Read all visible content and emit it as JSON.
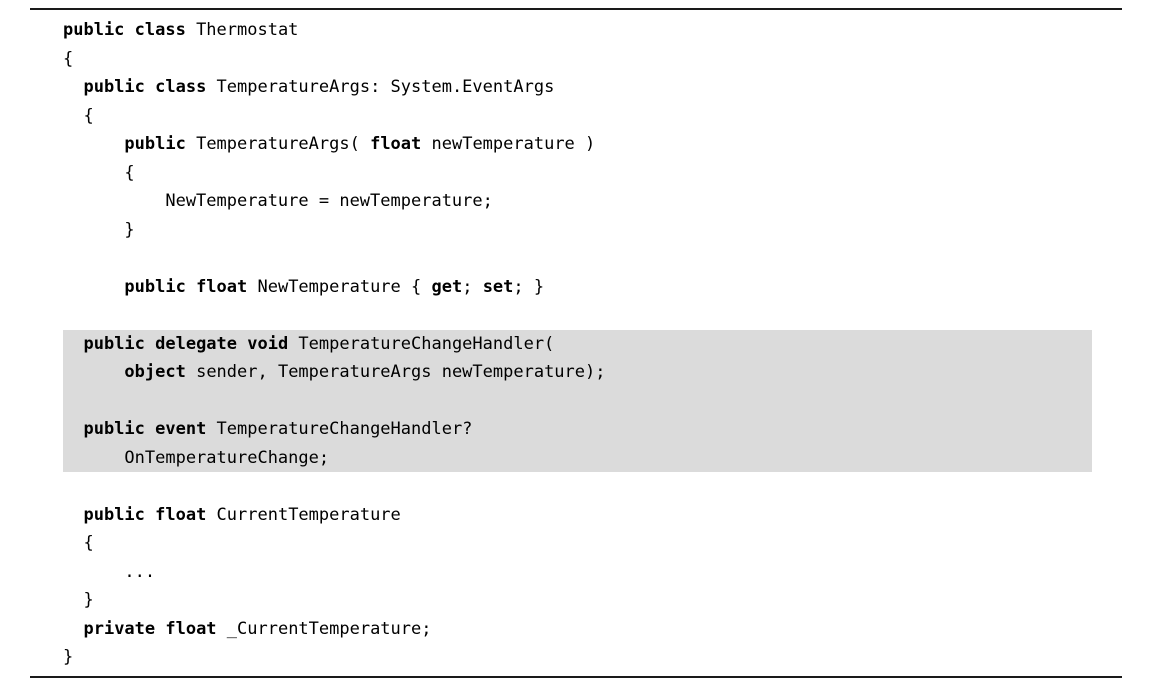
{
  "page": {
    "background": "#ffffff",
    "text_color": "#000000",
    "rule_color": "#1a1a1a",
    "highlight_color": "#dbdbdb"
  },
  "code_listing": {
    "language": "csharp",
    "lines": [
      {
        "hl": false,
        "segs": [
          {
            "b": true,
            "t": "public class"
          },
          {
            "b": false,
            "t": " Thermostat"
          }
        ]
      },
      {
        "hl": false,
        "segs": [
          {
            "b": false,
            "t": "{"
          }
        ]
      },
      {
        "hl": false,
        "segs": [
          {
            "b": false,
            "t": "  "
          },
          {
            "b": true,
            "t": "public class"
          },
          {
            "b": false,
            "t": " TemperatureArgs: System.EventArgs"
          }
        ]
      },
      {
        "hl": false,
        "segs": [
          {
            "b": false,
            "t": "  {"
          }
        ]
      },
      {
        "hl": false,
        "segs": [
          {
            "b": false,
            "t": "      "
          },
          {
            "b": true,
            "t": "public"
          },
          {
            "b": false,
            "t": " TemperatureArgs( "
          },
          {
            "b": true,
            "t": "float"
          },
          {
            "b": false,
            "t": " newTemperature )"
          }
        ]
      },
      {
        "hl": false,
        "segs": [
          {
            "b": false,
            "t": "      {"
          }
        ]
      },
      {
        "hl": false,
        "segs": [
          {
            "b": false,
            "t": "          NewTemperature = newTemperature;"
          }
        ]
      },
      {
        "hl": false,
        "segs": [
          {
            "b": false,
            "t": "      }"
          }
        ]
      },
      {
        "hl": false,
        "segs": []
      },
      {
        "hl": false,
        "segs": [
          {
            "b": false,
            "t": "      "
          },
          {
            "b": true,
            "t": "public float"
          },
          {
            "b": false,
            "t": " NewTemperature { "
          },
          {
            "b": true,
            "t": "get"
          },
          {
            "b": false,
            "t": "; "
          },
          {
            "b": true,
            "t": "set"
          },
          {
            "b": false,
            "t": "; }"
          }
        ]
      },
      {
        "hl": false,
        "segs": []
      },
      {
        "hl": true,
        "segs": [
          {
            "b": false,
            "t": "  "
          },
          {
            "b": true,
            "t": "public delegate void"
          },
          {
            "b": false,
            "t": " TemperatureChangeHandler("
          }
        ]
      },
      {
        "hl": true,
        "segs": [
          {
            "b": false,
            "t": "      "
          },
          {
            "b": true,
            "t": "object"
          },
          {
            "b": false,
            "t": " sender, TemperatureArgs newTemperature);"
          }
        ]
      },
      {
        "hl": true,
        "segs": []
      },
      {
        "hl": true,
        "segs": [
          {
            "b": false,
            "t": "  "
          },
          {
            "b": true,
            "t": "public event"
          },
          {
            "b": false,
            "t": " TemperatureChangeHandler?"
          }
        ]
      },
      {
        "hl": true,
        "segs": [
          {
            "b": false,
            "t": "      OnTemperatureChange;"
          }
        ]
      },
      {
        "hl": false,
        "segs": []
      },
      {
        "hl": false,
        "segs": [
          {
            "b": false,
            "t": "  "
          },
          {
            "b": true,
            "t": "public float"
          },
          {
            "b": false,
            "t": " CurrentTemperature"
          }
        ]
      },
      {
        "hl": false,
        "segs": [
          {
            "b": false,
            "t": "  {"
          }
        ]
      },
      {
        "hl": false,
        "segs": [
          {
            "b": false,
            "t": "      ..."
          }
        ]
      },
      {
        "hl": false,
        "segs": [
          {
            "b": false,
            "t": "  }"
          }
        ]
      },
      {
        "hl": false,
        "segs": [
          {
            "b": false,
            "t": "  "
          },
          {
            "b": true,
            "t": "private float"
          },
          {
            "b": false,
            "t": " _CurrentTemperature;"
          }
        ]
      },
      {
        "hl": false,
        "segs": [
          {
            "b": false,
            "t": "}"
          }
        ]
      }
    ]
  }
}
